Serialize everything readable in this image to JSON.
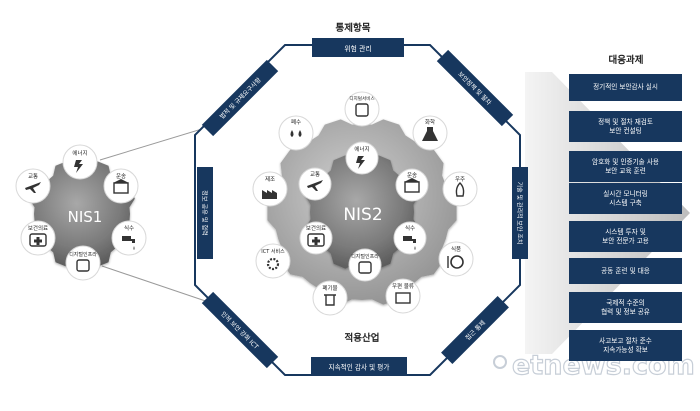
{
  "header": {
    "control_items": "통제항목",
    "applied_industries": "적용산업",
    "response_tasks": "대응과제"
  },
  "octagon_labels": {
    "top": "위험 관리",
    "top_right": "보안정책 및 절차",
    "right": "기술 및 관리적 보안 조치",
    "bottom_right": "접근 통제",
    "bottom": "지속적인 감사 및 평가",
    "bottom_left": "인적 보안 강화 ICT",
    "left": "정보 공유 및 협력",
    "top_left": "법적 및 규제요구사항"
  },
  "nis1": {
    "title": "NIS1",
    "sectors": [
      "에너지",
      "운송",
      "식수",
      "디지털인프라",
      "보건의료",
      "교통"
    ]
  },
  "nis2": {
    "title": "NIS2",
    "inner_sectors": [
      "에너지",
      "운송",
      "식수",
      "디지털인프라",
      "보건의료",
      "교통"
    ],
    "outer_sectors": [
      "디지털서비스",
      "화학",
      "우주",
      "식품",
      "우편 물류",
      "폐기물",
      "ICT 서비스",
      "제조",
      "폐수"
    ]
  },
  "tasks": [
    "정기적인 보안감사 실시",
    "정책 및 절차 재검토\n보안 컨설팅",
    "암호화 및 인증기술 사용\n보안 교육 훈련",
    "실시간 모니터링\n시스템 구축",
    "시스템 투자 및\n보안 전문가 고용",
    "공동 훈련 및 대응",
    "국제적 수준의\n협력 및 정보 공유",
    "사고보고 절차 준수\n지속가능성 확보"
  ],
  "watermark": "etnews.com",
  "colors": {
    "navy": "#17375e",
    "gear": "#6f6f6f",
    "gear_light": "#a9a9a9",
    "arrow": "#d2d2d2"
  }
}
